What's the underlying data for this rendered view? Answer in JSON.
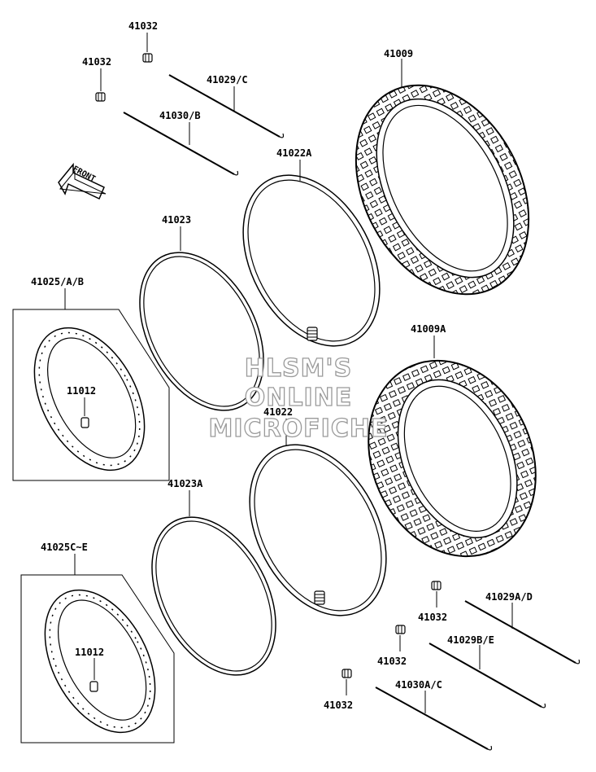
{
  "labels": {
    "valve_top_1": "41032",
    "valve_top_2": "41032",
    "spoke_41029c": "41029/C",
    "spoke_41030b": "41030/B",
    "tire_41009": "41009",
    "tube_41022a": "41022A",
    "band_41023": "41023",
    "rim_41025ab": "41025/A/B",
    "nipple_upper": "11012",
    "tire_41009a": "41009A",
    "tube_41022": "41022",
    "band_41023a": "41023A",
    "rim_41025ce": "41025C~E",
    "nipple_lower": "11012",
    "spoke_41029ad": "41029A/D",
    "spoke_41029be": "41029B/E",
    "spoke_41030ac": "41030A/C",
    "valve_bot_1": "41032",
    "valve_bot_2": "41032",
    "valve_bot_3": "41032"
  },
  "front_arrow": "FRONT",
  "watermark": {
    "line1": "HLSM'S",
    "line2": "ONLINE",
    "line3": "MICROFICHE"
  }
}
